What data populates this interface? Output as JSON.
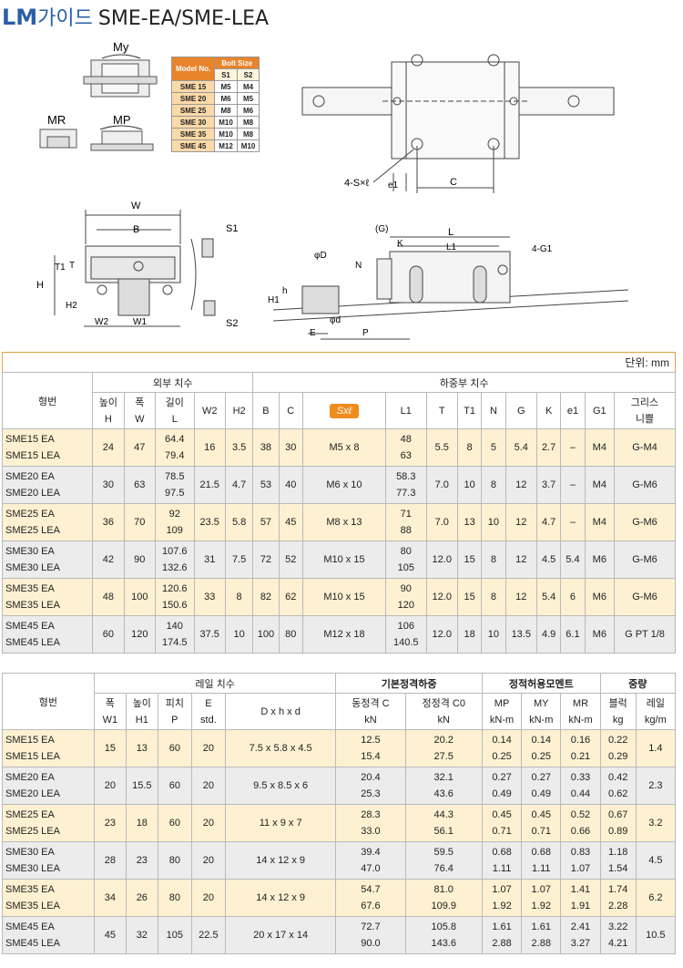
{
  "title": {
    "lm": "LM",
    "ko": "가이드",
    "series": "SME-EA/SME-LEA"
  },
  "moment_labels": {
    "my": "My",
    "mr": "MR",
    "mp": "MP"
  },
  "bolt_table": {
    "header_model": "Model No.",
    "header_bolt": "Bolt Size",
    "header_s1": "S1",
    "header_s2": "S2",
    "rows": [
      [
        "SME 15",
        "M5",
        "M4"
      ],
      [
        "SME 20",
        "M6",
        "M5"
      ],
      [
        "SME 25",
        "M8",
        "M6"
      ],
      [
        "SME 30",
        "M10",
        "M8"
      ],
      [
        "SME 35",
        "M10",
        "M8"
      ],
      [
        "SME 45",
        "M12",
        "M10"
      ]
    ]
  },
  "dims": {
    "w": "W",
    "b": "B",
    "s1": "S1",
    "s2": "S2",
    "h": "H",
    "t1": "T1",
    "t": "T",
    "h2": "H2",
    "w2": "W2",
    "w1": "W1",
    "g": "(G)",
    "l": "L",
    "l1": "L1",
    "k": "K",
    "g1": "4-G1",
    "n": "N",
    "phid": "φD",
    "h_small": "h",
    "h1": "H1",
    "phid_small": "φd",
    "e": "E",
    "p": "P",
    "sxl": "4-S×ℓ",
    "e1": "e1",
    "c": "C"
  },
  "unit": "단위: mm",
  "table1": {
    "model_header": "형번",
    "group_outer": "외부 치수",
    "group_load": "하중부 치수",
    "cols": {
      "h": [
        "높이",
        "H"
      ],
      "w": [
        "폭",
        "W"
      ],
      "l": [
        "길이",
        "L"
      ],
      "w2": "W2",
      "h2": "H2",
      "b": "B",
      "c": "C",
      "sxl": "Sxℓ",
      "l1": "L1",
      "t": "T",
      "t1": "T1",
      "n": "N",
      "g": "G",
      "k": "K",
      "e1": "e1",
      "g1": "G1",
      "grease": [
        "그리스",
        "니쁠"
      ]
    },
    "rows": [
      {
        "m": [
          "SME15 EA",
          "SME15 LEA"
        ],
        "h": "24",
        "w": "47",
        "l": [
          "64.4",
          "79.4"
        ],
        "w2": "16",
        "h2": "3.5",
        "b": "38",
        "c": "30",
        "sxl": "M5 x 8",
        "l1": [
          "48",
          "63"
        ],
        "t": "5.5",
        "t1": "8",
        "n": "5",
        "g": "5.4",
        "k": "2.7",
        "e1": "–",
        "g1": "M4",
        "grease": "G-M4"
      },
      {
        "m": [
          "SME20 EA",
          "SME20 LEA"
        ],
        "h": "30",
        "w": "63",
        "l": [
          "78.5",
          "97.5"
        ],
        "w2": "21.5",
        "h2": "4.7",
        "b": "53",
        "c": "40",
        "sxl": "M6 x 10",
        "l1": [
          "58.3",
          "77.3"
        ],
        "t": "7.0",
        "t1": "10",
        "n": "8",
        "g": "12",
        "k": "3.7",
        "e1": "–",
        "g1": "M4",
        "grease": "G-M6"
      },
      {
        "m": [
          "SME25 EA",
          "SME25 LEA"
        ],
        "h": "36",
        "w": "70",
        "l": [
          "92",
          "109"
        ],
        "w2": "23.5",
        "h2": "5.8",
        "b": "57",
        "c": "45",
        "sxl": "M8 x 13",
        "l1": [
          "71",
          "88"
        ],
        "t": "7.0",
        "t1": "13",
        "n": "10",
        "g": "12",
        "k": "4.7",
        "e1": "–",
        "g1": "M4",
        "grease": "G-M6"
      },
      {
        "m": [
          "SME30 EA",
          "SME30 LEA"
        ],
        "h": "42",
        "w": "90",
        "l": [
          "107.6",
          "132.6"
        ],
        "w2": "31",
        "h2": "7.5",
        "b": "72",
        "c": "52",
        "sxl": "M10 x 15",
        "l1": [
          "80",
          "105"
        ],
        "t": "12.0",
        "t1": "15",
        "n": "8",
        "g": "12",
        "k": "4.5",
        "e1": "5.4",
        "g1": "M6",
        "grease": "G-M6"
      },
      {
        "m": [
          "SME35 EA",
          "SME35 LEA"
        ],
        "h": "48",
        "w": "100",
        "l": [
          "120.6",
          "150.6"
        ],
        "w2": "33",
        "h2": "8",
        "b": "82",
        "c": "62",
        "sxl": "M10 x 15",
        "l1": [
          "90",
          "120"
        ],
        "t": "12.0",
        "t1": "15",
        "n": "8",
        "g": "12",
        "k": "5.4",
        "e1": "6",
        "g1": "M6",
        "grease": "G-M6"
      },
      {
        "m": [
          "SME45 EA",
          "SME45 LEA"
        ],
        "h": "60",
        "w": "120",
        "l": [
          "140",
          "174.5"
        ],
        "w2": "37.5",
        "h2": "10",
        "b": "100",
        "c": "80",
        "sxl": "M12 x 18",
        "l1": [
          "106",
          "140.5"
        ],
        "t": "12.0",
        "t1": "18",
        "n": "10",
        "g": "13.5",
        "k": "4.9",
        "e1": "6.1",
        "g1": "M6",
        "grease": "G PT 1/8"
      }
    ]
  },
  "table2": {
    "model_header": "형번",
    "group_rail": "레일 치수",
    "group_load": "기본정격하중",
    "group_moment": "정적허용모멘트",
    "group_weight": "중량",
    "cols": {
      "w1": [
        "폭",
        "W1"
      ],
      "h1": [
        "높이",
        "H1"
      ],
      "p": [
        "피치",
        "P"
      ],
      "e": [
        "E",
        "std."
      ],
      "dhd": "D x h x d",
      "c": [
        "동정격 C",
        "kN"
      ],
      "c0": [
        "정정격 C0",
        "kN"
      ],
      "mp": [
        "MP",
        "kN-m"
      ],
      "my": [
        "MY",
        "kN-m"
      ],
      "mr": [
        "MR",
        "kN-m"
      ],
      "blk": [
        "블럭",
        "kg"
      ],
      "rail": [
        "레일",
        "kg/m"
      ]
    },
    "rows": [
      {
        "m": [
          "SME15 EA",
          "SME15 LEA"
        ],
        "w1": "15",
        "h1": "13",
        "p": "60",
        "e": "20",
        "dhd": "7.5 x 5.8 x 4.5",
        "c": [
          "12.5",
          "15.4"
        ],
        "c0": [
          "20.2",
          "27.5"
        ],
        "mp": [
          "0.14",
          "0.25"
        ],
        "my": [
          "0.14",
          "0.25"
        ],
        "mr": [
          "0.16",
          "0.21"
        ],
        "blk": [
          "0.22",
          "0.29"
        ],
        "rail": "1.4"
      },
      {
        "m": [
          "SME20 EA",
          "SME20 LEA"
        ],
        "w1": "20",
        "h1": "15.5",
        "p": "60",
        "e": "20",
        "dhd": "9.5 x 8.5 x 6",
        "c": [
          "20.4",
          "25.3"
        ],
        "c0": [
          "32.1",
          "43.6"
        ],
        "mp": [
          "0.27",
          "0.49"
        ],
        "my": [
          "0.27",
          "0.49"
        ],
        "mr": [
          "0.33",
          "0.44"
        ],
        "blk": [
          "0.42",
          "0.62"
        ],
        "rail": "2.3"
      },
      {
        "m": [
          "SME25 EA",
          "SME25 LEA"
        ],
        "w1": "23",
        "h1": "18",
        "p": "60",
        "e": "20",
        "dhd": "11 x 9 x 7",
        "c": [
          "28.3",
          "33.0"
        ],
        "c0": [
          "44.3",
          "56.1"
        ],
        "mp": [
          "0.45",
          "0.71"
        ],
        "my": [
          "0.45",
          "0.71"
        ],
        "mr": [
          "0.52",
          "0.66"
        ],
        "blk": [
          "0.67",
          "0.89"
        ],
        "rail": "3.2"
      },
      {
        "m": [
          "SME30 EA",
          "SME30 LEA"
        ],
        "w1": "28",
        "h1": "23",
        "p": "80",
        "e": "20",
        "dhd": "14 x 12 x 9",
        "c": [
          "39.4",
          "47.0"
        ],
        "c0": [
          "59.5",
          "76.4"
        ],
        "mp": [
          "0.68",
          "1.11"
        ],
        "my": [
          "0.68",
          "1.11"
        ],
        "mr": [
          "0.83",
          "1.07"
        ],
        "blk": [
          "1.18",
          "1.54"
        ],
        "rail": "4.5"
      },
      {
        "m": [
          "SME35 EA",
          "SME35 LEA"
        ],
        "w1": "34",
        "h1": "26",
        "p": "80",
        "e": "20",
        "dhd": "14 x 12 x 9",
        "c": [
          "54.7",
          "67.6"
        ],
        "c0": [
          "81.0",
          "109.9"
        ],
        "mp": [
          "1.07",
          "1.92"
        ],
        "my": [
          "1.07",
          "1.92"
        ],
        "mr": [
          "1.41",
          "1.91"
        ],
        "blk": [
          "1.74",
          "2.28"
        ],
        "rail": "6.2"
      },
      {
        "m": [
          "SME45 EA",
          "SME45 LEA"
        ],
        "w1": "45",
        "h1": "32",
        "p": "105",
        "e": "22.5",
        "dhd": "20 x 17 x 14",
        "c": [
          "72.7",
          "90.0"
        ],
        "c0": [
          "105.8",
          "143.6"
        ],
        "mp": [
          "1.61",
          "2.88"
        ],
        "my": [
          "1.61",
          "2.88"
        ],
        "mr": [
          "2.41",
          "3.27"
        ],
        "blk": [
          "3.22",
          "4.21"
        ],
        "rail": "10.5"
      }
    ]
  }
}
